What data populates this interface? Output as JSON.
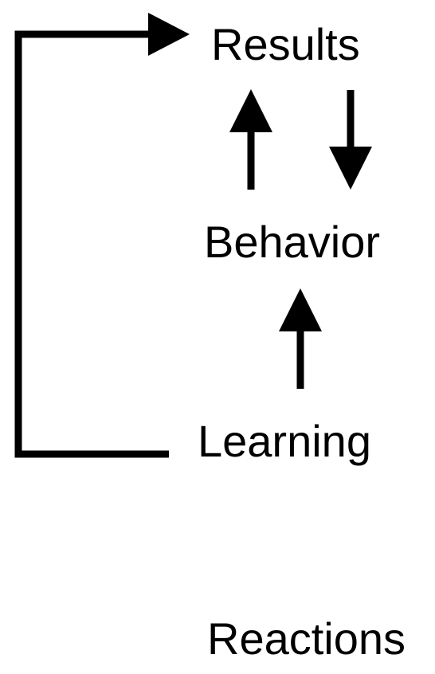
{
  "diagram": {
    "levels": {
      "results": "Results",
      "behavior": "Behavior",
      "learning": "Learning",
      "reactions": "Reactions"
    },
    "line_color": "#000000",
    "background": "#ffffff"
  }
}
